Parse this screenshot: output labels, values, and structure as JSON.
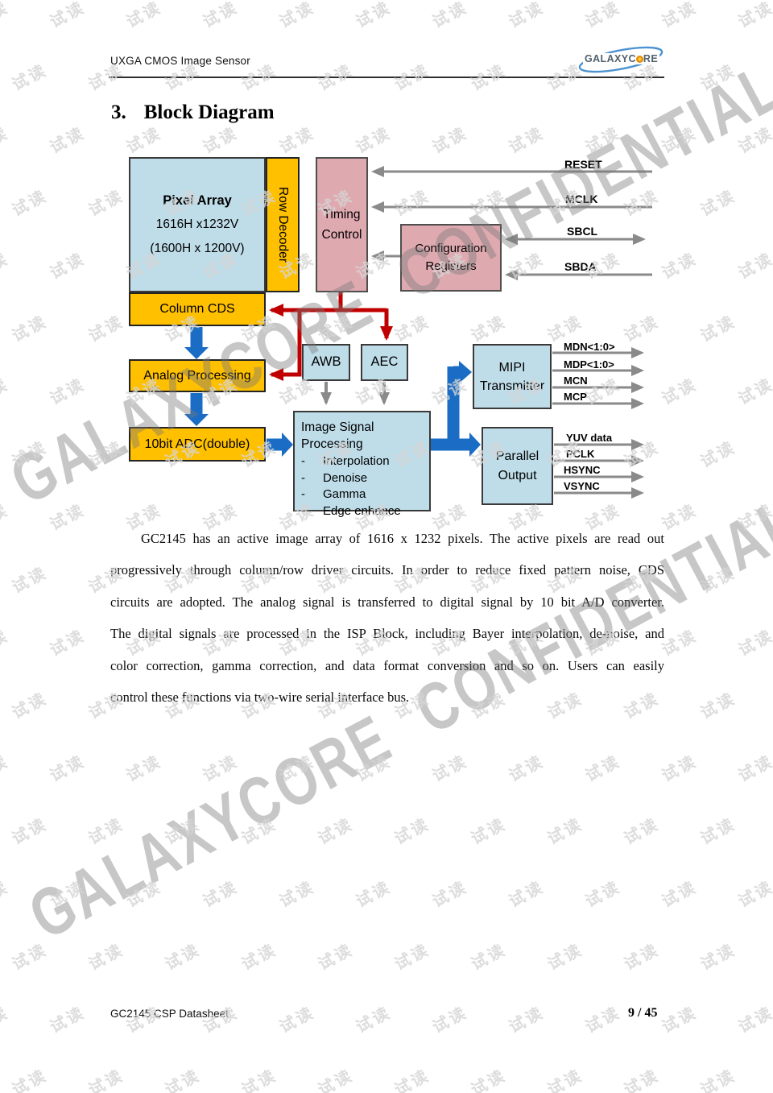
{
  "header": {
    "doc_title": "UXGA CMOS Image Sensor",
    "logo": {
      "pre": "GALAXYC",
      "post": "RE"
    }
  },
  "section": {
    "number": "3.",
    "title": "Block Diagram"
  },
  "diagram": {
    "blocks": {
      "pixel_array": {
        "title": "Pixel Array",
        "line1": "1616H x1232V",
        "line2": "(1600H x 1200V)"
      },
      "row_decoder": {
        "label": "Row Decoder"
      },
      "timing_control": {
        "label": "Timing Control"
      },
      "configuration_registers": {
        "label": "Configuration Registers"
      },
      "column_cds": {
        "label": "Column CDS"
      },
      "analog_processing": {
        "label": "Analog Processing"
      },
      "adc": {
        "label": "10bit ADC(double)"
      },
      "awb": {
        "label": "AWB"
      },
      "aec": {
        "label": "AEC"
      },
      "isp": {
        "title": "Image Signal Processing",
        "bullet": "-",
        "items": [
          "Interpolation",
          "Denoise",
          "Gamma",
          "Edge enhance"
        ]
      },
      "mipi": {
        "label": "MIPI Transmitter"
      },
      "parallel_output": {
        "label": "Parallel Output"
      }
    },
    "top_signals": [
      "RESET",
      "MCLK",
      "SBCL",
      "SBDA"
    ],
    "mipi_signals": [
      "MDN<1:0>",
      "MDP<1:0>",
      "MCN",
      "MCP"
    ],
    "parallel_signals": [
      "YUV data",
      "PCLK",
      "HSYNC",
      "VSYNC"
    ],
    "colors": {
      "box_blue": "#bfdde9",
      "box_orange": "#ffc000",
      "box_pink": "#dfa9b0",
      "arrow_blue": "#1a6cc4",
      "arrow_red": "#c00000",
      "arrow_gray": "#8a8a8a"
    }
  },
  "paragraph": {
    "lines": [
      "GC2145 has an active image array of 1616 x 1232 pixels. The active pixels are read out",
      "progressively through column/row driver circuits. In order to reduce fixed pattern noise, CDS",
      "circuits are adopted. The analog signal is transferred to digital signal by 10 bit A/D converter.",
      "The digital signals are processed in the ISP Block, including Bayer interpolation, de-noise, and",
      "color correction, gamma correction, and data format conversion and so on. Users can easily",
      "control these functions via two-wire serial interface bus."
    ]
  },
  "watermark": {
    "tile_text": "试读",
    "diagonal_text": "GALAXYCORE CONFIDENTIAL"
  },
  "footer": {
    "doc_name": "GC2145 CSP Datasheet",
    "page_indicator": "9 / 45"
  }
}
